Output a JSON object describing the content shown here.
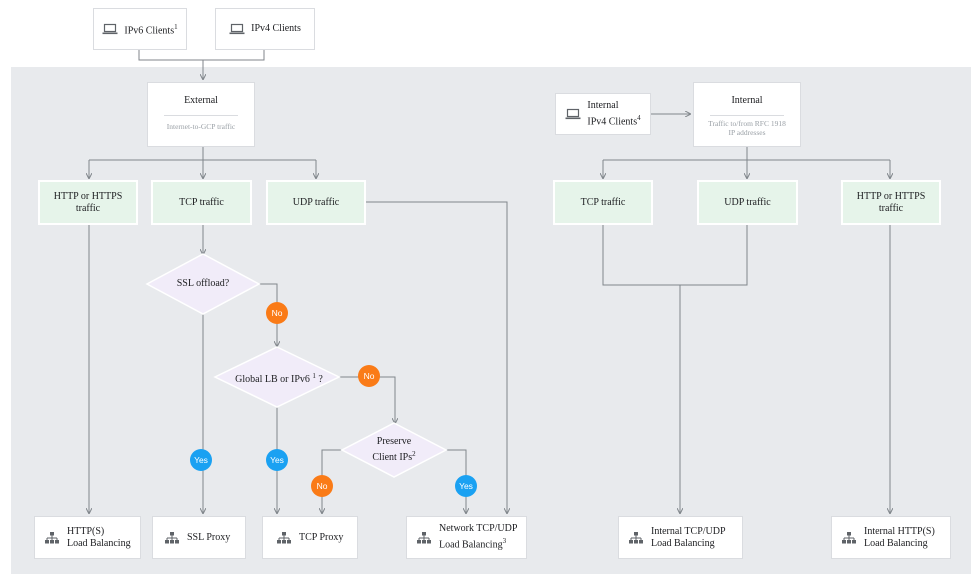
{
  "colors": {
    "panel": "#e8eaed",
    "node_green": "#e6f4ea",
    "diamond": "#f1ecf9",
    "no_badge": "#fa7b17",
    "yes_badge": "#1aa1f2",
    "line": "#80868b"
  },
  "clients": {
    "ipv6": {
      "label": "IPv6 Clients",
      "sup": "1",
      "icon": "laptop-icon"
    },
    "ipv4": {
      "label": "IPv4 Clients",
      "icon": "laptop-icon"
    },
    "internal_ipv4": {
      "line1": "Internal",
      "line2": "IPv4 Clients",
      "sup": "4",
      "icon": "laptop-icon"
    }
  },
  "external": {
    "title": "External",
    "subtitle": "Internet-to-GCP traffic"
  },
  "internal": {
    "title": "Internal",
    "subtitle_line1": "Traffic to/from RFC 1918",
    "subtitle_line2": "IP addresses"
  },
  "external_traffic": {
    "http": "HTTP or HTTPS traffic",
    "tcp": "TCP traffic",
    "udp": "UDP traffic"
  },
  "internal_traffic": {
    "tcp": "TCP traffic",
    "udp": "UDP traffic",
    "http": "HTTP or HTTPS traffic"
  },
  "decisions": {
    "ssl_offload": "SSL offload?",
    "global_lb_prefix": "Global LB or IPv6",
    "global_lb_sup": "1",
    "global_lb_suffix": "?",
    "preserve_line1": "Preserve",
    "preserve_line2": "Client IPs",
    "preserve_sup": "2"
  },
  "badges": {
    "no": "No",
    "yes": "Yes"
  },
  "load_balancers": {
    "http": {
      "line1": "HTTP(S)",
      "line2": "Load Balancing",
      "icon": "load-balancer-icon"
    },
    "ssl": {
      "label": "SSL Proxy",
      "icon": "load-balancer-icon"
    },
    "tcp": {
      "label": "TCP Proxy",
      "icon": "load-balancer-icon"
    },
    "network": {
      "line1": "Network TCP/UDP",
      "line2": "Load Balancing",
      "sup": "3",
      "icon": "load-balancer-icon"
    },
    "internal_tcp": {
      "line1": "Internal TCP/UDP",
      "line2": "Load Balancing",
      "icon": "load-balancer-icon"
    },
    "internal_http": {
      "line1": "Internal HTTP(S)",
      "line2": "Load Balancing",
      "icon": "load-balancer-icon"
    }
  }
}
